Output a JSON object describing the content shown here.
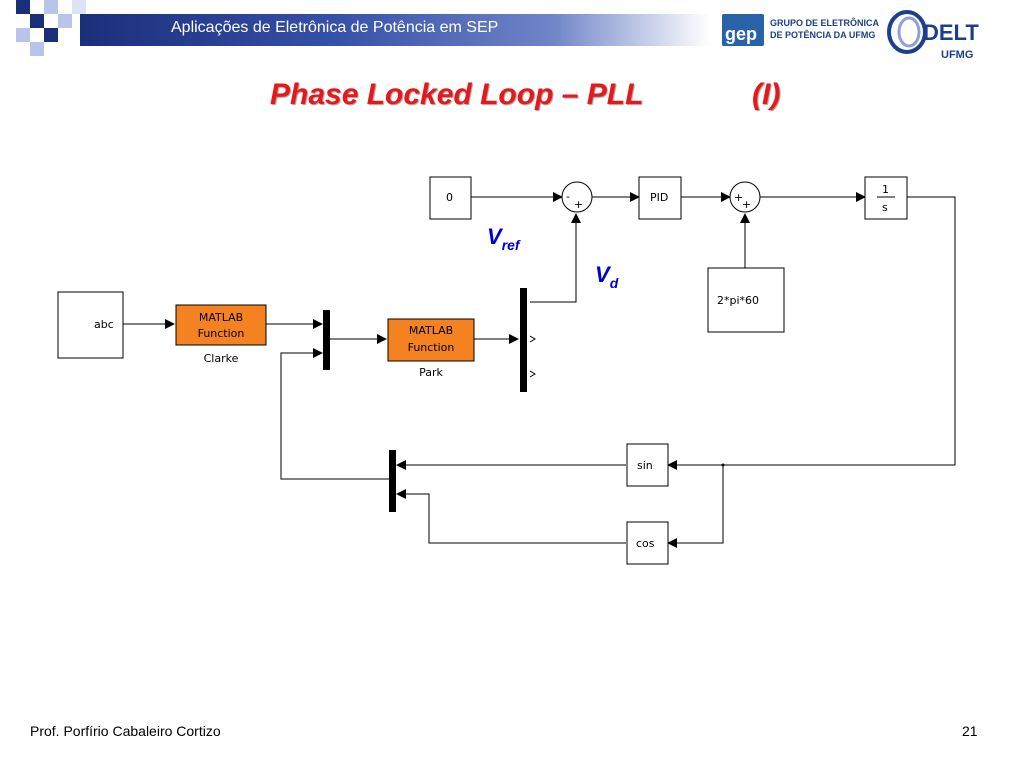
{
  "header": {
    "title": "Aplicações de Eletrônica de Potência em SEP",
    "gep_logo_text": "gep",
    "gep_caption_line1": "GRUPO DE ELETRÔNICA",
    "gep_caption_line2": "DE POTÊNCIA DA UFMG",
    "delt_logo_text": "DELT",
    "delt_sub": "UFMG"
  },
  "slide": {
    "title": "Phase Locked Loop – PLL",
    "title_suffix": "(I)"
  },
  "diagram": {
    "blocks": {
      "const_zero": "0",
      "pid": "PID",
      "integrator_num": "1",
      "integrator_den": "s",
      "gain": "2*pi*60",
      "abc": "abc",
      "clarke_line1": "MATLAB",
      "clarke_line2": "Function",
      "clarke_label": "Clarke",
      "park_line1": "MATLAB",
      "park_line2": "Function",
      "park_label": "Park",
      "sin": "sin",
      "cos": "cos"
    },
    "sum1_signs": [
      "-",
      "+"
    ],
    "sum2_signs": [
      "+",
      "+"
    ],
    "vref_main": "V",
    "vref_sub": "ref",
    "vd_main": "V",
    "vd_sub": "d"
  },
  "footer": {
    "author": "Prof. Porfírio Cabaleiro Cortizo",
    "page_number": "21"
  },
  "colors": {
    "header_blue": "#1a2f7a",
    "title_red": "#e8171a",
    "label_blue": "#0000cc",
    "matlab_block_orange": "#f58220",
    "deco_dark": "#1a2f7a",
    "deco_light": "#9fb0e0"
  }
}
